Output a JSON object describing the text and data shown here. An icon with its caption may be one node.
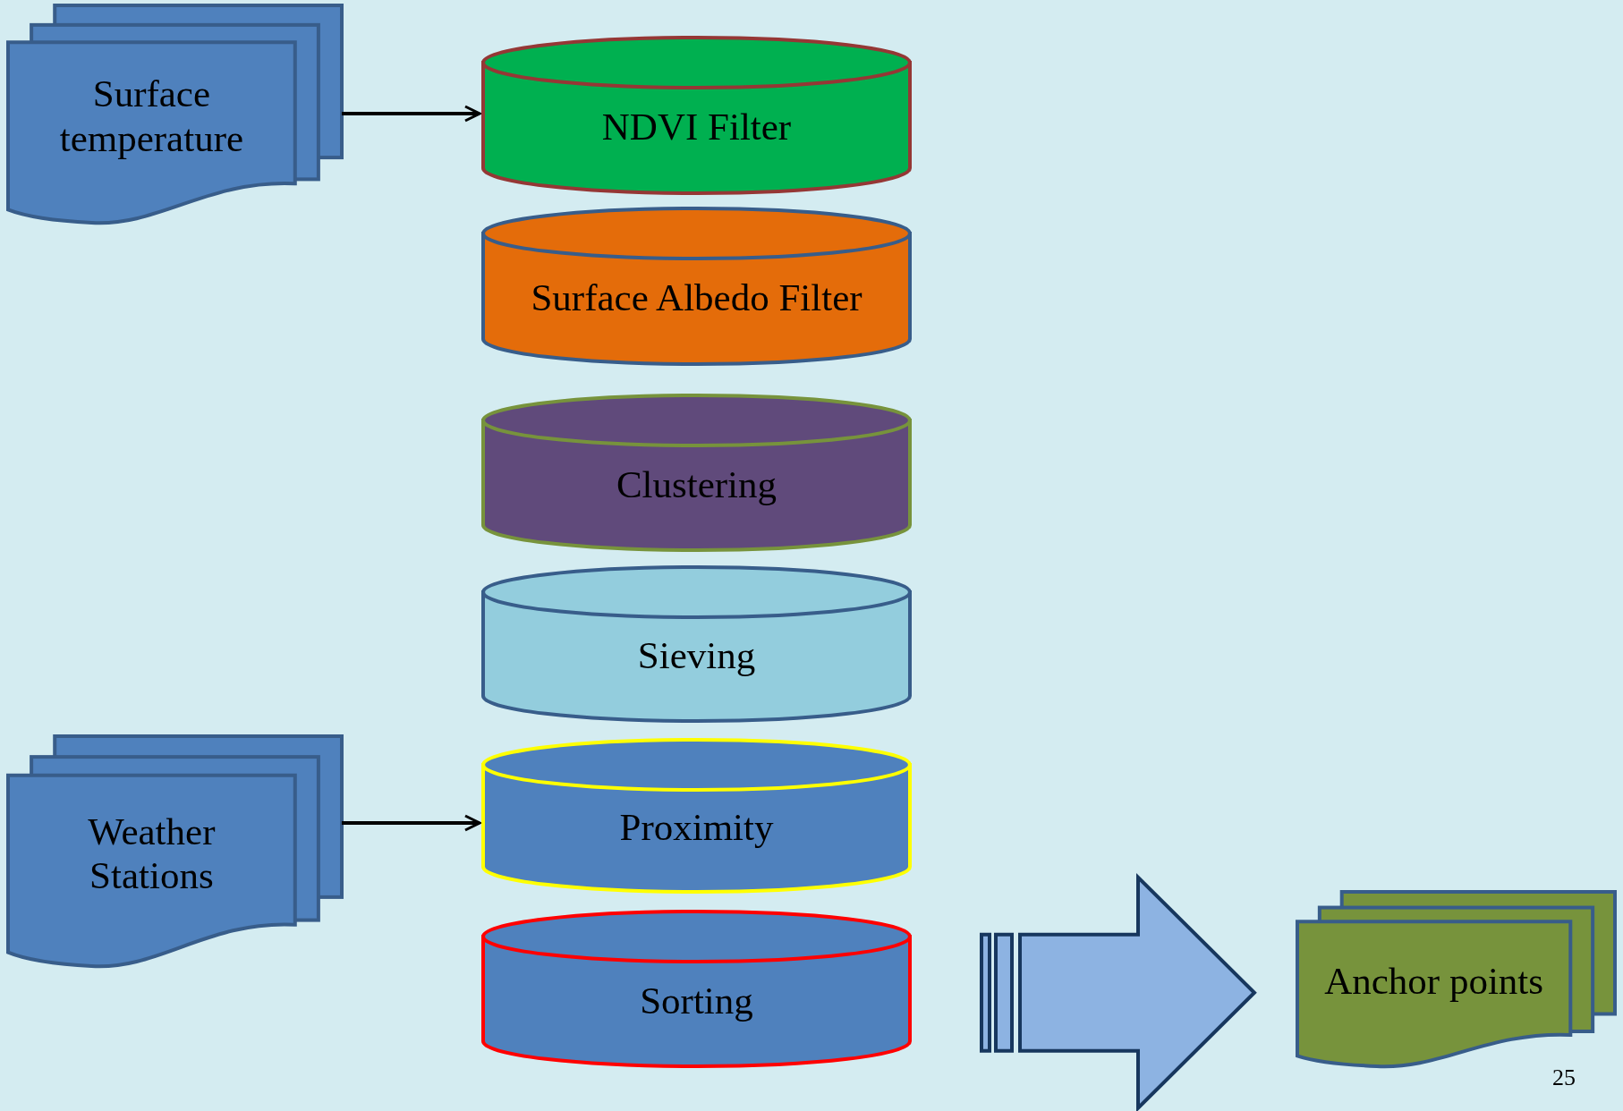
{
  "diagram": {
    "nodes": [
      {
        "text": [
          "Surface temperature"
        ]
      },
      {
        "text": [
          "NDVI Filter"
        ]
      },
      {
        "text": [
          "Surface Albedo Filter"
        ]
      },
      {
        "text": [
          "Clustering"
        ]
      },
      {
        "text": [
          "Sieving"
        ]
      },
      {
        "text": [
          "Proximity"
        ]
      },
      {
        "text": [
          "Sorting"
        ]
      },
      {
        "text": [
          "Weather Stations"
        ]
      },
      {
        "text": [
          "Anchor points"
        ]
      }
    ],
    "edges": [
      {
        "from": 0,
        "to": 1,
        "arrow": "to"
      },
      {
        "from": 7,
        "to": 5,
        "arrow": "to"
      },
      {
        "from": 6,
        "to": 8,
        "arrow": "to",
        "style": "thick"
      }
    ],
    "labels": [
      "25"
    ]
  }
}
